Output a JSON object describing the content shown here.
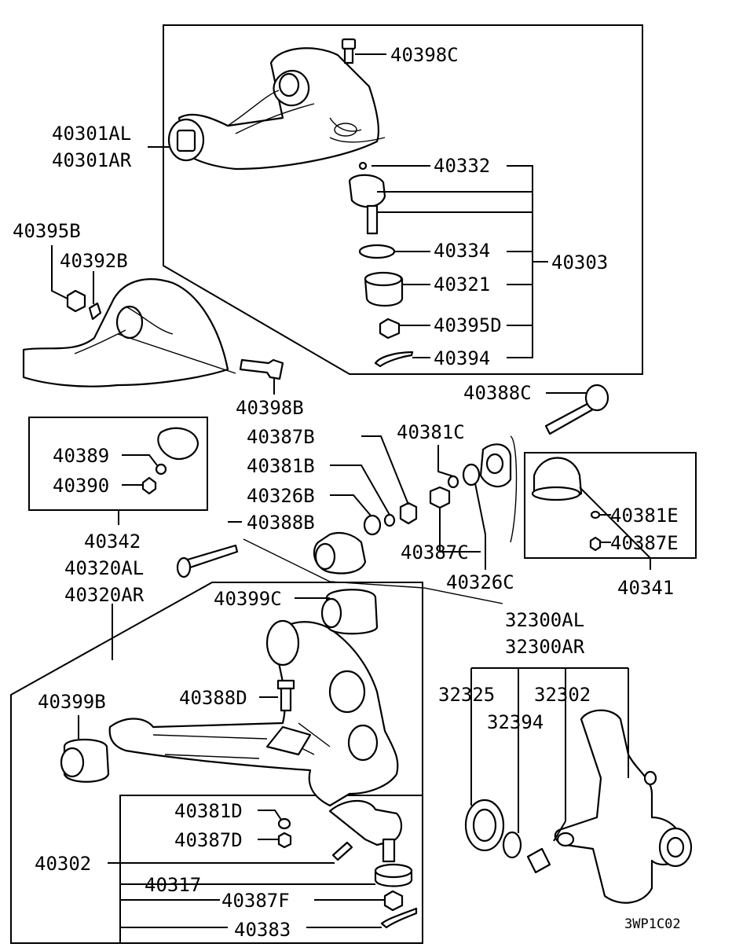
{
  "labels": {
    "p40398C": "40398C",
    "p40301AL": "40301AL",
    "p40301AR": "40301AR",
    "p40332": "40332",
    "p40334": "40334",
    "p40303": "40303",
    "p40321": "40321",
    "p40395D": "40395D",
    "p40394": "40394",
    "p40395B": "40395B",
    "p40392B": "40392B",
    "p40398B": "40398B",
    "p40388C": "40388C",
    "p40387B": "40387B",
    "p40381C": "40381C",
    "p40381B": "40381B",
    "p40326B": "40326B",
    "p40389": "40389",
    "p40390": "40390",
    "p40388B": "40388B",
    "p40381E": "40381E",
    "p40387E": "40387E",
    "p40342": "40342",
    "p40387C": "40387C",
    "p40320AL": "40320AL",
    "p40320AR": "40320AR",
    "p40326C": "40326C",
    "p40341": "40341",
    "p40399C": "40399C",
    "p32300AL": "32300AL",
    "p32300AR": "32300AR",
    "p40388D": "40388D",
    "p40399B": "40399B",
    "p32325": "32325",
    "p32302": "32302",
    "p32394": "32394",
    "p40381D": "40381D",
    "p40387D": "40387D",
    "p40302": "40302",
    "p40317": "40317",
    "p40387F": "40387F",
    "p40383": "40383",
    "ref_code": "3WP1C02"
  }
}
